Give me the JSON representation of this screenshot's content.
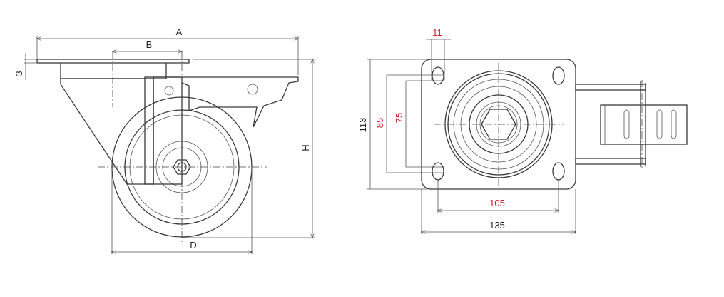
{
  "side_view": {
    "dim_a": "A",
    "dim_b": "B",
    "dim_d": "D",
    "dim_h": "H",
    "dim_plate_thickness": "3"
  },
  "top_view": {
    "slot_width": "11",
    "plate_height": "113",
    "hole_spacing_outer_y": "85",
    "hole_spacing_inner_y": "75",
    "hole_spacing_x": "105",
    "plate_width": "135"
  },
  "colors": {
    "dimension_red": "#d0202a",
    "line": "#3a3a3a"
  }
}
